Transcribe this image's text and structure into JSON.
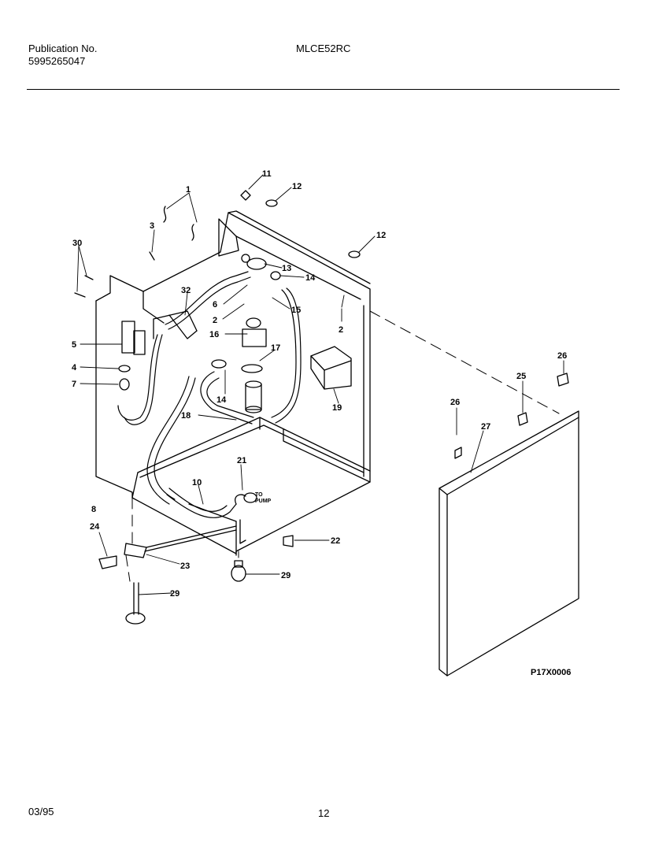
{
  "header": {
    "publication_label": "Publication No.",
    "publication_number": "5995265047",
    "model": "MLCE52RC"
  },
  "diagram": {
    "figure_code": "P17X0006",
    "to_pump_line1": "TO",
    "to_pump_line2": "PUMP",
    "callouts": [
      "1",
      "3",
      "30",
      "11",
      "12",
      "12",
      "13",
      "14",
      "32",
      "6",
      "2",
      "15",
      "2",
      "16",
      "17",
      "5",
      "4",
      "7",
      "14",
      "19",
      "18",
      "26",
      "25",
      "26",
      "27",
      "21",
      "10",
      "8",
      "24",
      "22",
      "23",
      "29",
      "29"
    ]
  },
  "footer": {
    "date": "03/95",
    "page": "12"
  }
}
